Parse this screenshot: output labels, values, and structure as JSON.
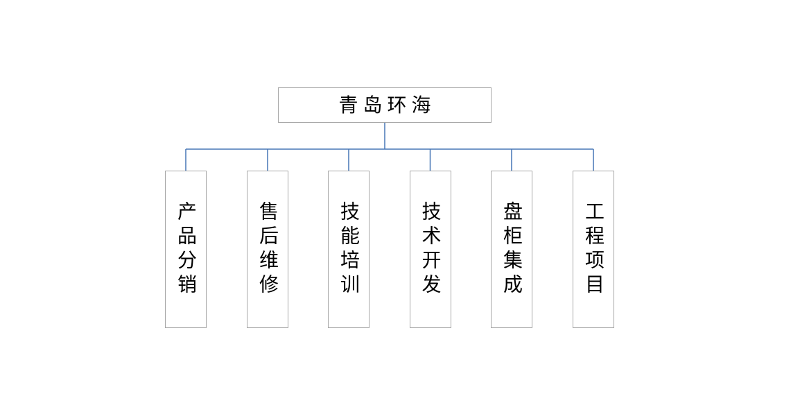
{
  "diagram": {
    "type": "org-chart",
    "root": {
      "label": "青岛环海"
    },
    "children": [
      {
        "label": "产品分销"
      },
      {
        "label": "售后维修"
      },
      {
        "label": "技能培训"
      },
      {
        "label": "技术开发"
      },
      {
        "label": "盘柜集成"
      },
      {
        "label": "工程项目"
      }
    ],
    "colors": {
      "connector_line": "#4676b5",
      "box_border": "#a6a6a6",
      "text": "#000000",
      "background": "#ffffff"
    }
  }
}
